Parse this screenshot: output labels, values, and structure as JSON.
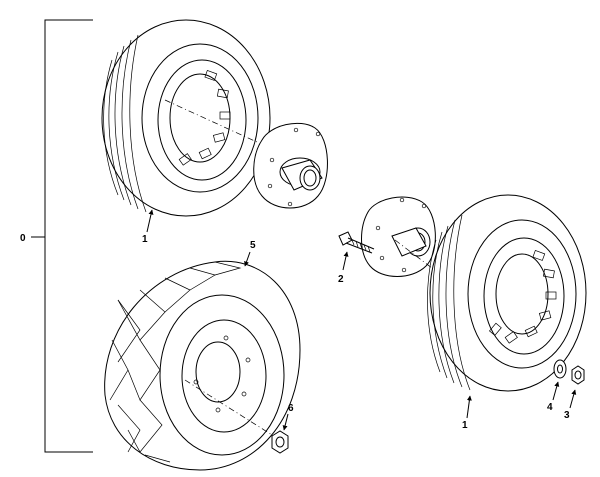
{
  "callouts": {
    "assembly": "0",
    "wheel_left": "1",
    "wheel_right": "1",
    "bolt": "2",
    "nut": "3",
    "washer": "4",
    "turf_tire": "5",
    "lug_nut": "6"
  },
  "colors": {
    "line": "#000000",
    "background": "#ffffff"
  }
}
